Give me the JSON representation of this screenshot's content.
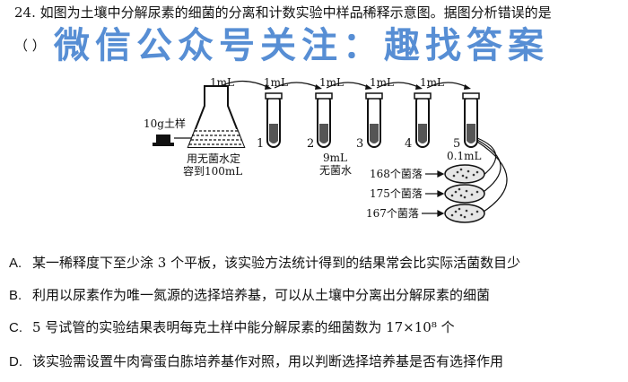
{
  "question": {
    "number": "24.",
    "stem": "如图为土壤中分解尿素的细菌的分离和计数实验中样品稀释示意图。据图分析错误的是",
    "bracket": "（    ）"
  },
  "watermark": "微信公众号关注：趣找答案",
  "figure": {
    "soil_label": "10g土样",
    "flask_label_line1": "用无菌水定",
    "flask_label_line2": "容到100mL",
    "transfer_volume": "1mL",
    "tube_numbers": [
      "1",
      "2",
      "3",
      "4",
      "5"
    ],
    "water_label_line1": "9mL",
    "water_label_line2": "无菌水",
    "plating_volume": "0.1mL",
    "colony_counts": [
      "168个菌落",
      "175个菌落",
      "167个菌落"
    ]
  },
  "options": [
    {
      "letter": "A.",
      "text": "某一稀释度下至少涂 3 个平板，该实验方法统计得到的结果常会比实际活菌数目少"
    },
    {
      "letter": "B.",
      "text": "利用以尿素作为唯一氮源的选择培养基，可以从土壤中分离出分解尿素的细菌"
    },
    {
      "letter": "C.",
      "text": "5 号试管的实验结果表明每克土样中能分解尿素的细菌数为 17×10⁸ 个"
    },
    {
      "letter": "D.",
      "text": "该实验需设置牛肉膏蛋白胨培养基作对照，用以判断选择培养基是否有选择作用"
    }
  ]
}
